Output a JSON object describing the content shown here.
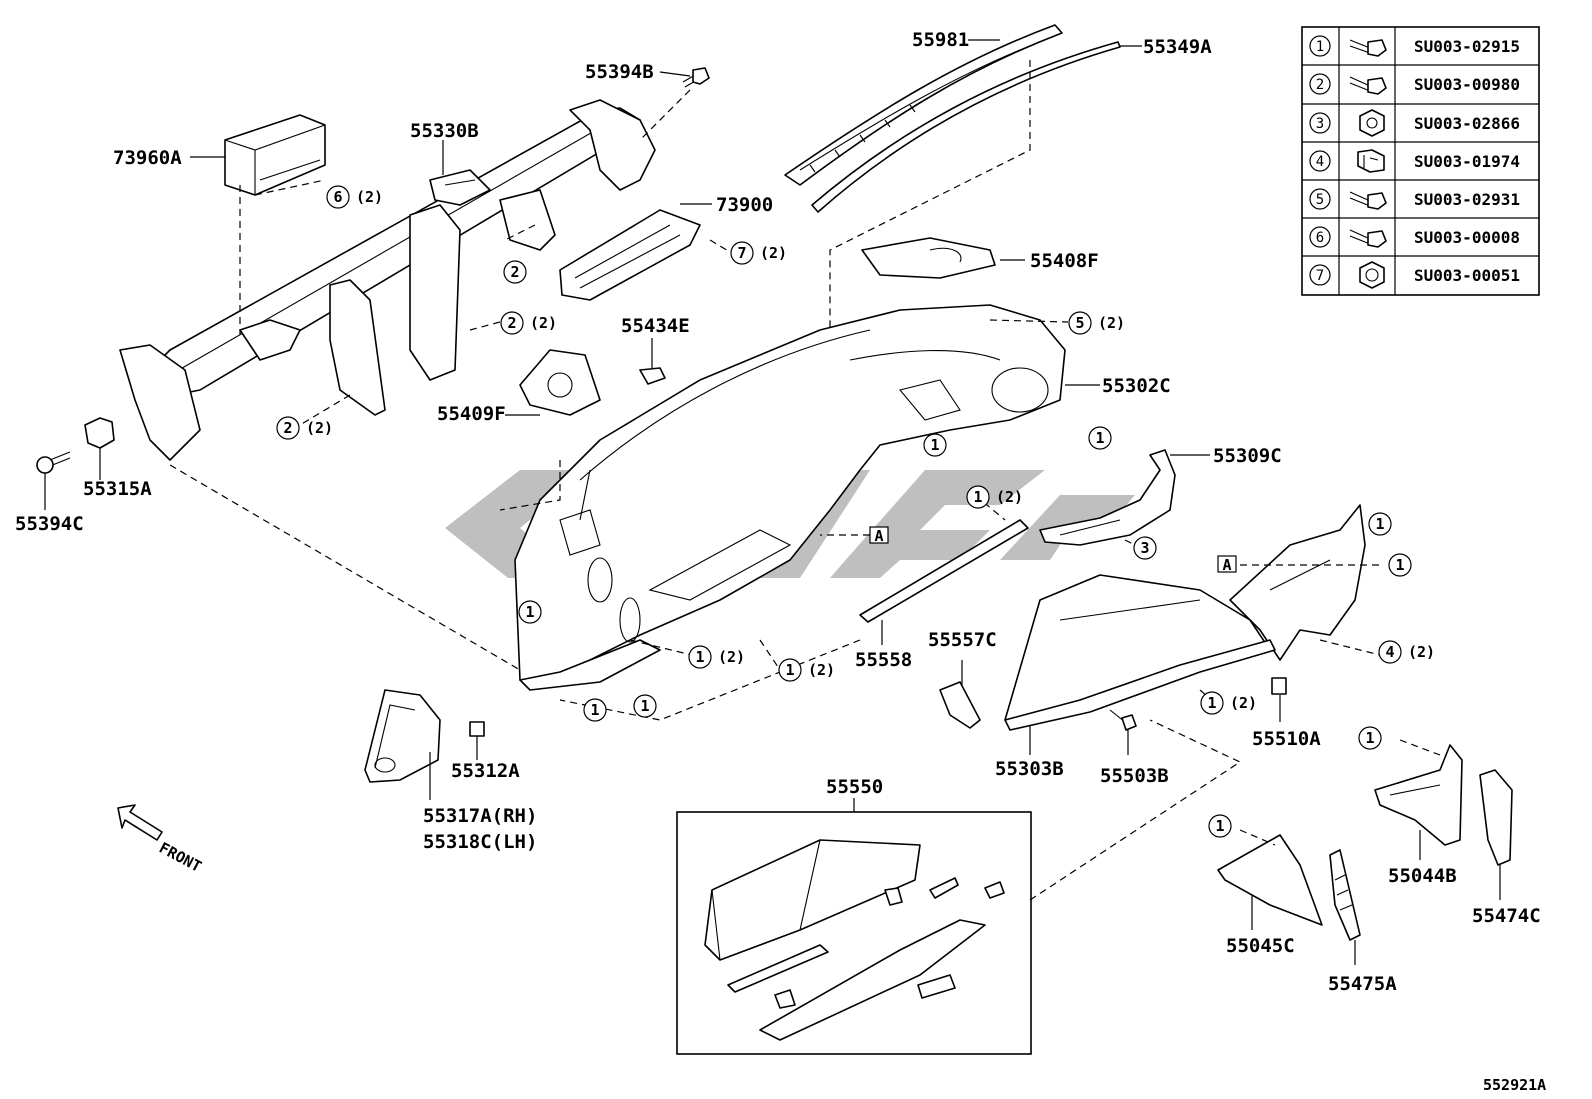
{
  "labels": {
    "p55981": "55981",
    "p55349A": "55349A",
    "p55394B": "55394B",
    "p55330B": "55330B",
    "p73960A": "73960A",
    "p73900": "73900",
    "p55408F": "55408F",
    "p55434E": "55434E",
    "p55302C": "55302C",
    "p55409F": "55409F",
    "p55309C": "55309C",
    "p55315A": "55315A",
    "p55394C": "55394C",
    "p55558": "55558",
    "p55557C": "55557C",
    "p55510A": "55510A",
    "p55303B": "55303B",
    "p55503B": "55503B",
    "p55312A": "55312A",
    "p55317A": "55317A(RH)",
    "p55318C": "55318C(LH)",
    "p55550": "55550",
    "p55044B": "55044B",
    "p55474C": "55474C",
    "p55045C": "55045C",
    "p55475A": "55475A",
    "front": "FRONT",
    "drawing_no": "552921A",
    "ref_A": "A"
  },
  "callouts": {
    "c1": "1",
    "c2": "2",
    "c3": "3",
    "c4": "4",
    "c5": "5",
    "c6": "6",
    "c7": "7",
    "qty2": "(2)"
  },
  "fastener_table": [
    {
      "no": "1",
      "icon": "bolt-washer-icon",
      "part": "SU003-02915"
    },
    {
      "no": "2",
      "icon": "bolt-washer-icon",
      "part": "SU003-00980"
    },
    {
      "no": "3",
      "icon": "nut-icon",
      "part": "SU003-02866"
    },
    {
      "no": "4",
      "icon": "clip-nut-icon",
      "part": "SU003-01974"
    },
    {
      "no": "5",
      "icon": "bolt-washer-icon",
      "part": "SU003-02931"
    },
    {
      "no": "6",
      "icon": "bolt-washer-icon",
      "part": "SU003-00008"
    },
    {
      "no": "7",
      "icon": "flange-nut-icon",
      "part": "SU003-00051"
    }
  ]
}
